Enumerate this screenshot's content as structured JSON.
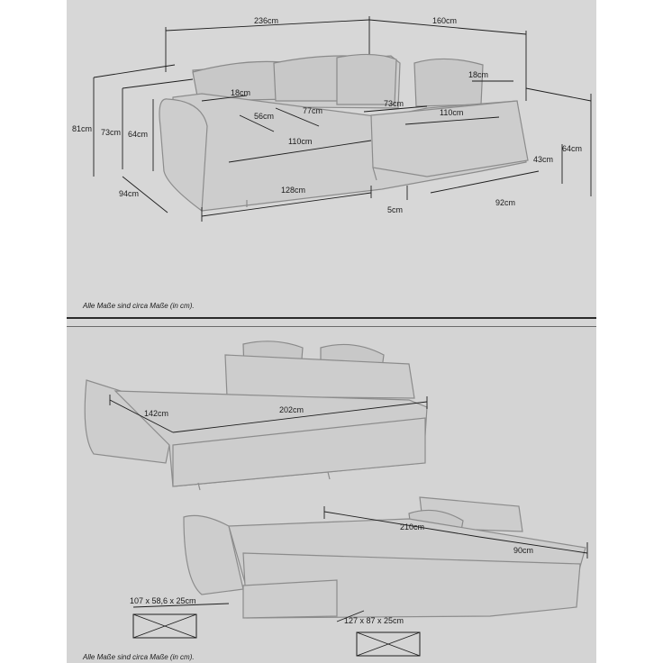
{
  "top_panel": {
    "dimensions": {
      "total_width": "236cm",
      "chaise_width": "160cm",
      "back_cushion_right": "18cm",
      "armrest_left": "18cm",
      "height_overall": "81cm",
      "height_back": "73cm",
      "height_seat_back": "64cm",
      "seat_depth_a": "56cm",
      "seat_depth_b": "77cm",
      "chaise_seat_a": "73cm",
      "chaise_seat_b": "110cm",
      "seat_width": "110cm",
      "base_width": "128cm",
      "depth_left": "94cm",
      "depth_right": "92cm",
      "height_right": "64cm",
      "seat_height": "43cm",
      "leg_height": "5cm"
    },
    "note": "Alle Maße sind circa Maße (in cm)."
  },
  "bottom_panel": {
    "dimensions": {
      "bed_depth": "142cm",
      "bed_width": "202cm",
      "sleep_length": "210cm",
      "sleep_width": "90cm",
      "box_left": "107 x 58,6 x 25cm",
      "box_right": "127 x 87 x 25cm"
    },
    "note": "Alle Maße sind circa Maße (in cm)."
  },
  "colors": {
    "paper": "#d6d6d6",
    "ink": "#1e1e1e",
    "sofa": "#cdcdcd"
  }
}
